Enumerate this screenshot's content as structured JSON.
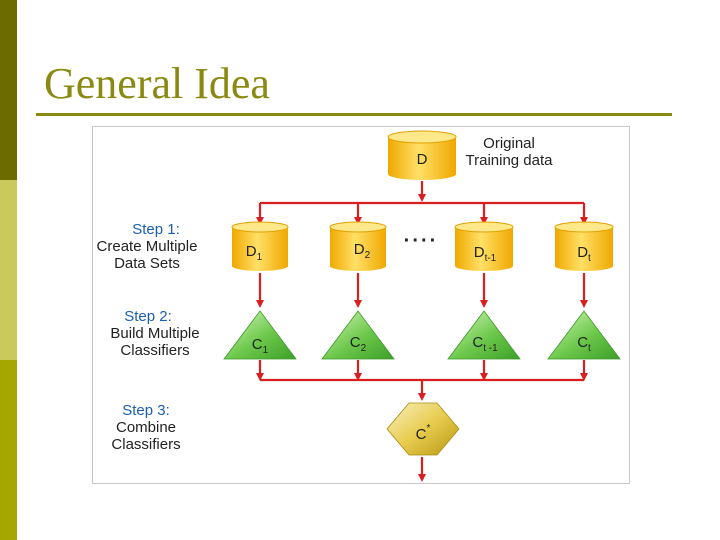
{
  "slide": {
    "title": "General Idea",
    "colors": {
      "dark_band": "#6b6b00",
      "light_band": "#c9c95c",
      "mid_band": "#a6a600",
      "title": "#8a8a12"
    }
  },
  "diagram": {
    "original": {
      "symbol": "D",
      "label_line1": "Original",
      "label_line2": "Training data"
    },
    "steps": [
      {
        "head": "Step 1:",
        "lines": [
          "Create Multiple",
          "Data Sets"
        ]
      },
      {
        "head": "Step 2:",
        "lines": [
          "Build Multiple",
          "Classifiers"
        ]
      },
      {
        "head": "Step 3:",
        "lines": [
          "Combine",
          "Classifiers"
        ]
      }
    ],
    "datasets": [
      {
        "base": "D",
        "sub": "1"
      },
      {
        "base": "D",
        "sub": "2"
      },
      {
        "base": "D",
        "sub": "t-1"
      },
      {
        "base": "D",
        "sub": "t"
      }
    ],
    "ellipsis": "····",
    "classifiers": [
      {
        "base": "C",
        "sub": "1"
      },
      {
        "base": "C",
        "sub": "2"
      },
      {
        "base": "C",
        "sub": "t -1"
      },
      {
        "base": "C",
        "sub": "t"
      }
    ],
    "combined": {
      "base": "C",
      "sup": "*"
    },
    "colors": {
      "arrow": "#d91f1f",
      "cylinder": "#f5b800",
      "cylinder_light": "#ffe066",
      "triangle": "#4fb53a",
      "triangle_light": "#c8f0a8",
      "hexagon": "#d4b020",
      "hexagon_light": "#f4e8a0",
      "step_head": "#1a5fb4"
    }
  }
}
